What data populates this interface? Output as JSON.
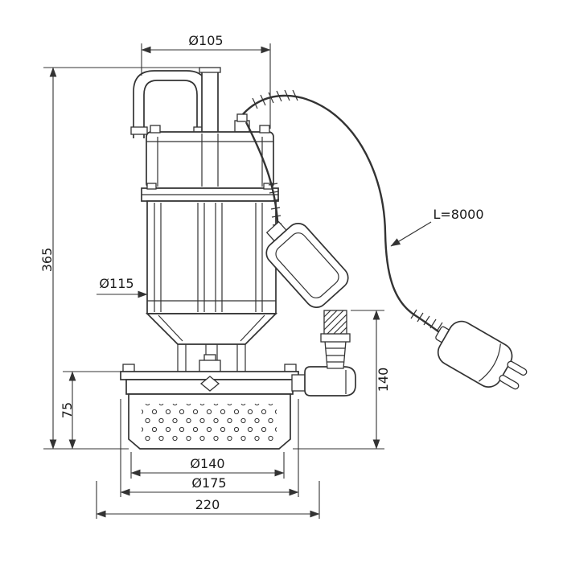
{
  "drawing": {
    "background_color": "#ffffff",
    "line_color": "#333333",
    "dimensions": {
      "top_diameter": "Ø105",
      "body_diameter": "Ø115",
      "overall_height": "365",
      "base_height": "75",
      "outlet_height": "140",
      "strainer_diameter": "Ø140",
      "base_diameter": "Ø175",
      "overall_width": "220",
      "cable_length": "L=8000"
    }
  }
}
